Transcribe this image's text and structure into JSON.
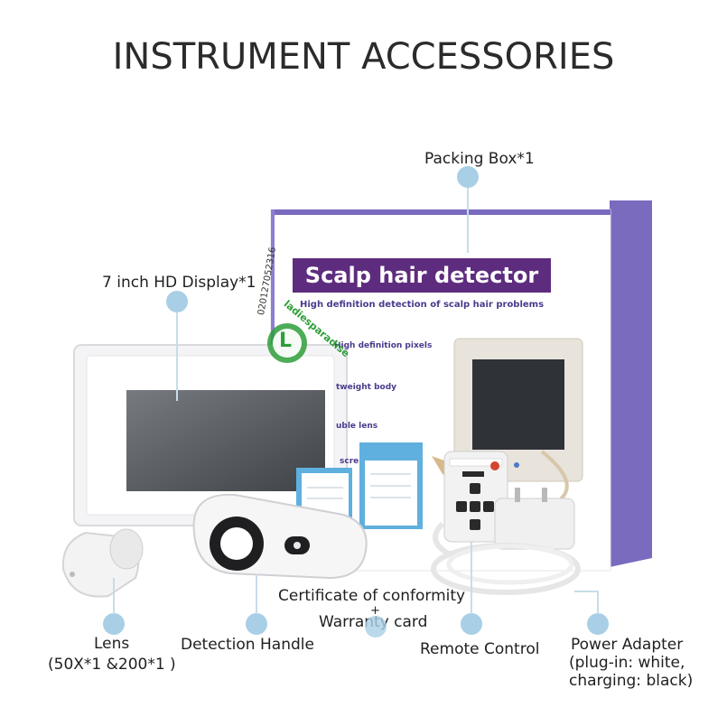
{
  "page": {
    "title": "INSTRUMENT ACCESSORIES"
  },
  "box": {
    "product_title": "Scalp hair detector",
    "subtitle": "High definition detection of scalp hair problems",
    "features": [
      "High definition pixels",
      "tweight body",
      "uble lens",
      "scre"
    ]
  },
  "watermark": {
    "letter": "L",
    "text_top": "ladiesparadise",
    "text_side": "020127052316"
  },
  "labels": {
    "packing_box": "Packing Box*1",
    "display": "7 inch HD Display*1",
    "certificate": "Certificate of conformity",
    "plus": "+",
    "warranty": "Warranty card",
    "lens_line1": "Lens",
    "lens_line2": "(50X*1 &200*1 )",
    "handle": "Detection Handle",
    "remote": "Remote Control",
    "adapter_line1": "Power Adapter",
    "adapter_line2": "(plug-in: white,",
    "adapter_line3": "charging: black)"
  },
  "colors": {
    "accent_dot": "#a9cfe6",
    "box_purple": "#7b6bbf",
    "title_bar": "#5e2c7e",
    "watermark_green": "#2e9e3a"
  }
}
